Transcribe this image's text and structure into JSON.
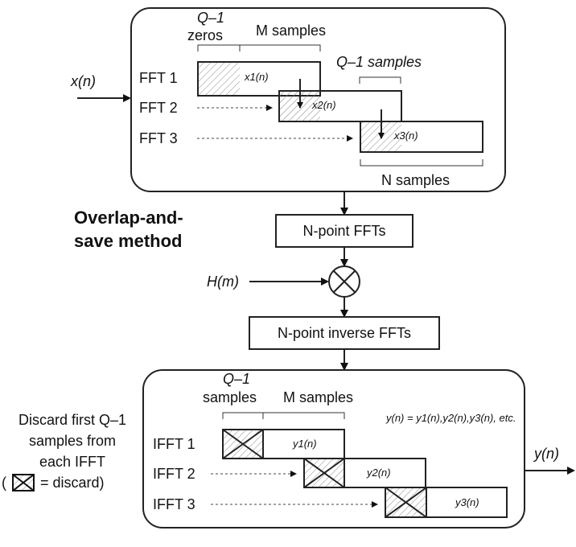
{
  "title": {
    "line1": "Overlap-and-",
    "line2": "save method"
  },
  "input": {
    "signal": "x(n)",
    "q_minus_1": "Q–1",
    "zeros": "zeros",
    "m_samples": "M samples",
    "overlap_label": "Q–1 samples",
    "n_samples": "N samples",
    "rows": [
      {
        "label": "FFT 1",
        "segment": "x1(n)"
      },
      {
        "label": "FFT 2",
        "segment": "x2(n)"
      },
      {
        "label": "FFT 3",
        "segment": "x3(n)"
      }
    ]
  },
  "processing": {
    "fft_box": "N-point FFTs",
    "filter": "H(m)",
    "ifft_box": "N-point inverse FFTs"
  },
  "output": {
    "q_minus_1": "Q–1",
    "samples": "samples",
    "m_samples": "M samples",
    "equation": "y(n) = y1(n),y2(n),y3(n), etc.",
    "signal": "y(n)",
    "discard_note": {
      "line1": "Discard first Q–1",
      "line2": "samples from",
      "line3": "each IFFT",
      "line4_prefix": "(",
      "line4_suffix": "= discard)"
    },
    "rows": [
      {
        "label": "IFFT 1",
        "segment": "y1(n)"
      },
      {
        "label": "IFFT 2",
        "segment": "y2(n)"
      },
      {
        "label": "IFFT 3",
        "segment": "y3(n)"
      }
    ]
  }
}
